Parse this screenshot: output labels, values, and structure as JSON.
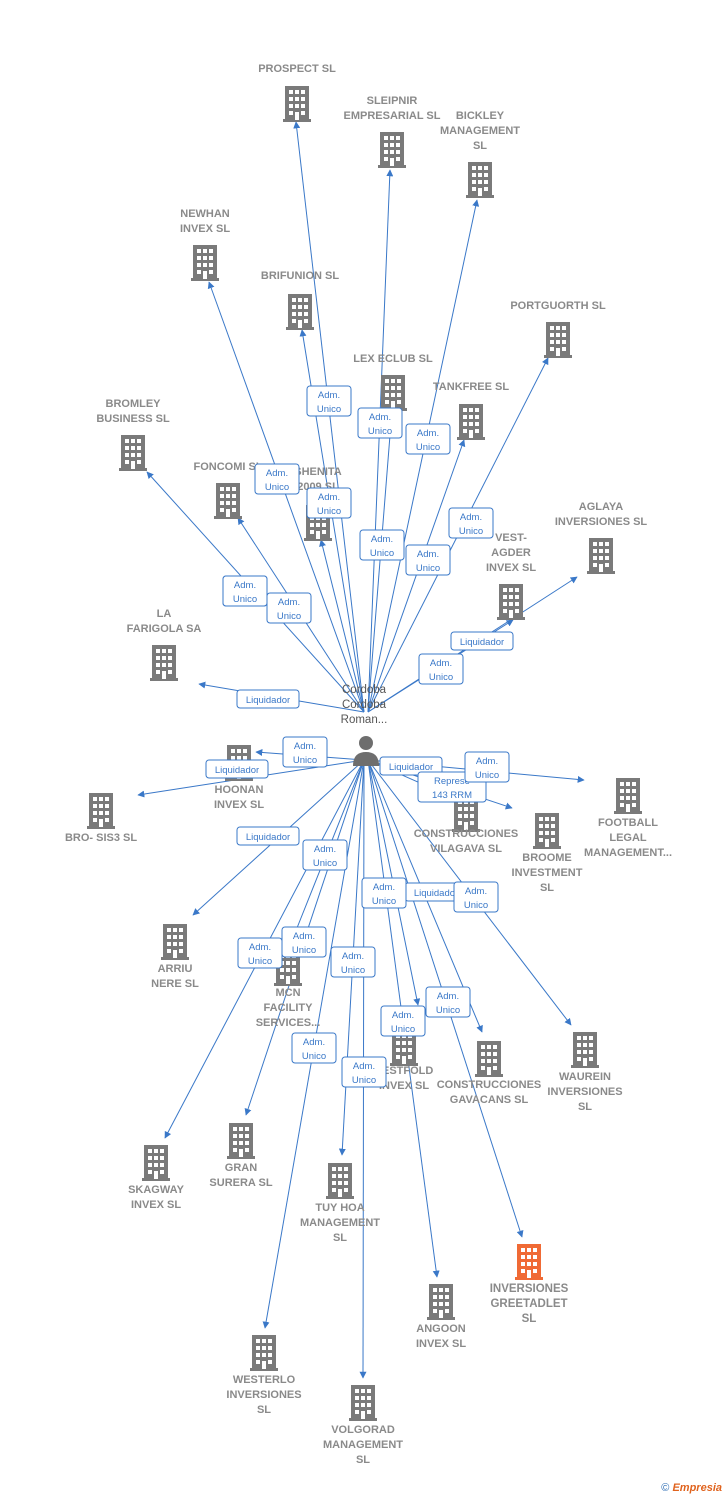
{
  "colors": {
    "edge": "#3a78c8",
    "building": "#7a7a7a",
    "highlight": "#f06a35",
    "label": "#8a8a8a"
  },
  "center": {
    "name_lines": [
      "Cordoba",
      "Cordoba",
      "Roman..."
    ],
    "icon": "person-icon"
  },
  "companies": [
    {
      "id": "prospect",
      "lines": [
        "PROSPECT SL"
      ]
    },
    {
      "id": "sleipnir",
      "lines": [
        "SLEIPNIR",
        "EMPRESARIAL SL"
      ]
    },
    {
      "id": "bickley",
      "lines": [
        "BICKLEY",
        "MANAGEMENT",
        "SL"
      ]
    },
    {
      "id": "newhan",
      "lines": [
        "NEWHAN",
        "INVEX  SL"
      ]
    },
    {
      "id": "brifunion",
      "lines": [
        "BRIFUNION SL"
      ]
    },
    {
      "id": "portguorth",
      "lines": [
        "PORTGUORTH SL"
      ]
    },
    {
      "id": "lexeclub",
      "lines": [
        "LEX ECLUB  SL"
      ]
    },
    {
      "id": "tankfree",
      "lines": [
        "TANKFREE SL"
      ]
    },
    {
      "id": "bromley",
      "lines": [
        "BROMLEY",
        "BUSINESS  SL"
      ]
    },
    {
      "id": "foncomi",
      "lines": [
        "FONCOMI SL"
      ]
    },
    {
      "id": "shenita",
      "lines": [
        "SHENITA",
        "2009 SL"
      ]
    },
    {
      "id": "aglaya",
      "lines": [
        "AGLAYA",
        "INVERSIONES SL"
      ]
    },
    {
      "id": "vestagder",
      "lines": [
        "VEST-",
        "AGDER",
        "INVEX  SL"
      ]
    },
    {
      "id": "lafarigola",
      "lines": [
        "LA",
        "FARIGOLA SA"
      ]
    },
    {
      "id": "hoonan",
      "lines": [
        "HOONAN",
        "INVEX  SL"
      ]
    },
    {
      "id": "brosis3",
      "lines": [
        "BRO- SIS3 SL"
      ]
    },
    {
      "id": "vilagava",
      "lines": [
        "CONSTRUCCIONES",
        "VILAGAVA SL"
      ]
    },
    {
      "id": "broome",
      "lines": [
        "BROOME",
        "INVESTMENT",
        "SL"
      ]
    },
    {
      "id": "football",
      "lines": [
        "FOOTBALL",
        "LEGAL",
        "MANAGEMENT..."
      ]
    },
    {
      "id": "arriu",
      "lines": [
        "ARRIU",
        "NERE SL"
      ]
    },
    {
      "id": "mcn",
      "lines": [
        "MCN",
        "FACILITY",
        "SERVICES..."
      ]
    },
    {
      "id": "vestfold",
      "lines": [
        "VESTFOLD",
        "INVEX  SL"
      ]
    },
    {
      "id": "gavacans",
      "lines": [
        "CONSTRUCCIONES",
        "GAVACANS SL"
      ]
    },
    {
      "id": "waurein",
      "lines": [
        "WAUREIN",
        "INVERSIONES",
        "SL"
      ]
    },
    {
      "id": "skagway",
      "lines": [
        "SKAGWAY",
        "INVEX  SL"
      ]
    },
    {
      "id": "gransurera",
      "lines": [
        "GRAN",
        "SURERA SL"
      ]
    },
    {
      "id": "tuyhoa",
      "lines": [
        "TUY HOA",
        "MANAGEMENT",
        "SL"
      ]
    },
    {
      "id": "greetadlet",
      "lines": [
        "INVERSIONES",
        "GREETADLET",
        "SL"
      ],
      "highlight": true
    },
    {
      "id": "angoon",
      "lines": [
        "ANGOON",
        "INVEX  SL"
      ]
    },
    {
      "id": "westerlo",
      "lines": [
        "WESTERLO",
        "INVERSIONES",
        "SL"
      ]
    },
    {
      "id": "volgorad",
      "lines": [
        "VOLGORAD",
        "MANAGEMENT",
        "SL"
      ]
    }
  ],
  "relations": [
    {
      "to": "prospect",
      "label": [
        "Adm.",
        "Unico"
      ]
    },
    {
      "to": "sleipnir",
      "label": [
        "Adm.",
        "Unico"
      ]
    },
    {
      "to": "bickley",
      "label": [
        "Adm.",
        "Unico"
      ]
    },
    {
      "to": "newhan",
      "label": [
        "Adm.",
        "Unico"
      ]
    },
    {
      "to": "brifunion",
      "label": [
        "Adm.",
        "Unico"
      ]
    },
    {
      "to": "portguorth",
      "label": [
        "Adm.",
        "Unico"
      ]
    },
    {
      "to": "lexeclub",
      "label": [
        "Adm.",
        "Unico"
      ]
    },
    {
      "to": "tankfree",
      "label": [
        "Adm.",
        "Unico"
      ]
    },
    {
      "to": "bromley",
      "label": [
        "Adm.",
        "Unico"
      ]
    },
    {
      "to": "foncomi",
      "label": [
        "Adm.",
        "Unico"
      ]
    },
    {
      "to": "shenita",
      "label": [
        "Adm.",
        "Unico"
      ]
    },
    {
      "to": "aglaya",
      "label": [
        "Liquidador"
      ]
    },
    {
      "to": "vestagder",
      "label": [
        "Adm.",
        "Unico"
      ]
    },
    {
      "to": "lafarigola",
      "label": [
        "Liquidador"
      ]
    },
    {
      "to": "hoonan",
      "label": [
        "Adm.",
        "Unico"
      ]
    },
    {
      "to": "brosis3",
      "label": [
        "Liquidador"
      ]
    },
    {
      "to": "vilagava",
      "label": [
        "Liquidador"
      ]
    },
    {
      "to": "broome",
      "label": [
        "Represe",
        "143 RRM"
      ]
    },
    {
      "to": "football",
      "label": [
        "Adm.",
        "Unico"
      ]
    },
    {
      "to": "arriu",
      "label": [
        "Liquidador"
      ]
    },
    {
      "to": "mcn",
      "label": [
        "Adm.",
        "Unico"
      ]
    },
    {
      "to": "vestfold",
      "label": [
        "Adm.",
        "Unico"
      ]
    },
    {
      "to": "gavacans",
      "label": [
        "Liquidador"
      ]
    },
    {
      "to": "waurein",
      "label": [
        "Adm.",
        "Unico"
      ]
    },
    {
      "to": "skagway",
      "label": [
        "Adm.",
        "Unico"
      ]
    },
    {
      "to": "gransurera",
      "label": [
        "Adm.",
        "Unico"
      ]
    },
    {
      "to": "tuyhoa",
      "label": [
        "Adm.",
        "Unico"
      ]
    },
    {
      "to": "greetadlet",
      "label": [
        "Adm.",
        "Unico"
      ]
    },
    {
      "to": "angoon",
      "label": [
        "Adm.",
        "Unico"
      ]
    },
    {
      "to": "westerlo",
      "label": [
        "Adm.",
        "Unico"
      ]
    },
    {
      "to": "volgorad",
      "label": [
        "Adm.",
        "Unico"
      ]
    }
  ],
  "footer": {
    "copyright": "©",
    "brand": "Empresia"
  }
}
